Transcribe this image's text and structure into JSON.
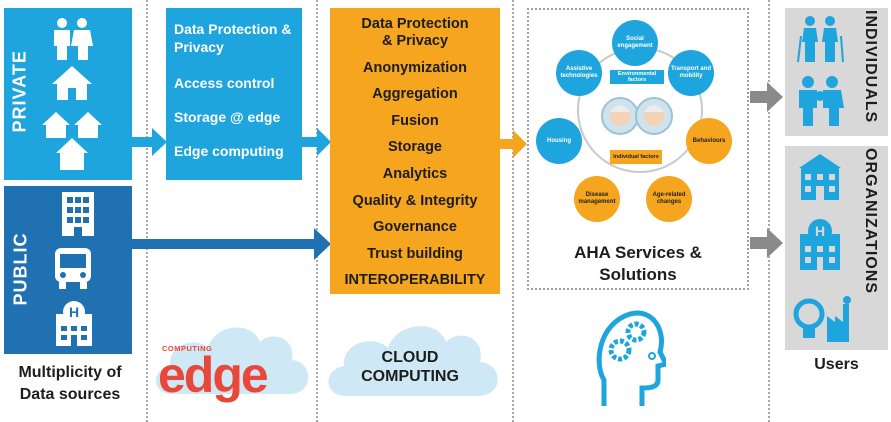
{
  "sources": {
    "private_label": "PRIVATE",
    "public_label": "PUBLIC",
    "caption_line1": "Multiplicity of",
    "caption_line2": "Data sources"
  },
  "edge": {
    "items": [
      "Data Protection & Privacy",
      "Access control",
      "Storage @ edge",
      "Edge computing"
    ],
    "logo_small": "COMPUTING",
    "logo_word": "edge"
  },
  "cloud": {
    "items": [
      "Data Protection & Privacy",
      "Anonymization",
      "Aggregation",
      "Fusion",
      "Storage",
      "Analytics",
      "Quality & Integrity",
      "Governance",
      "Trust building",
      "INTEROPERABILITY"
    ],
    "label_line1": "CLOUD",
    "label_line2": "COMPUTING"
  },
  "aha": {
    "circles": {
      "social": "Social engagement",
      "assistive": "Assistive technologies",
      "transport": "Transport and mobility",
      "housing": "Housing",
      "behaviours": "Behaviours",
      "disease": "Disease management",
      "age": "Age-related changes"
    },
    "environmental_label": "Environmental factors",
    "individual_label": "Individual factors",
    "caption_line1": "AHA Services &",
    "caption_line2": "Solutions"
  },
  "users": {
    "individuals_label": "INDIVIDUALS",
    "organizations_label": "ORGANIZATIONS",
    "caption": "Users"
  },
  "colors": {
    "light_blue": "#1fa5dd",
    "dark_blue": "#1f71b2",
    "orange": "#f5a51e",
    "gray": "#d8d8d8",
    "edge_red": "#e8473a"
  }
}
